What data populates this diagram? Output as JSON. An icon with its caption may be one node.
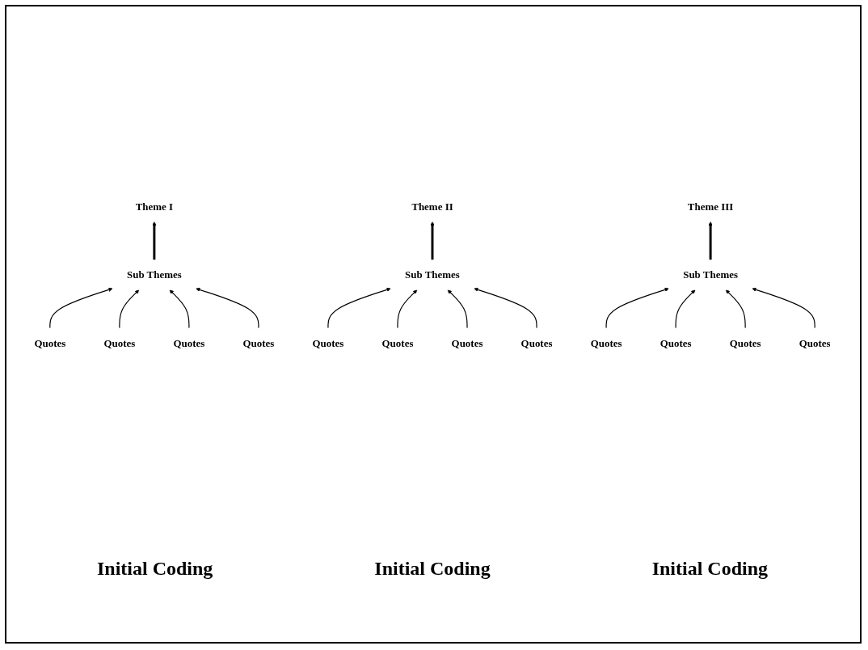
{
  "diagram": {
    "nodes": [
      {
        "text": [
          "Theme I"
        ]
      },
      {
        "text": [
          "Theme II"
        ]
      },
      {
        "text": [
          "Theme III"
        ]
      },
      {
        "text": [
          "Sub Themes"
        ]
      },
      {
        "text": [
          "Sub Themes"
        ]
      },
      {
        "text": [
          "Sub Themes"
        ]
      },
      {
        "text": [
          "Quotes"
        ]
      },
      {
        "text": [
          "Quotes"
        ]
      },
      {
        "text": [
          "Quotes"
        ]
      },
      {
        "text": [
          "Quotes"
        ]
      },
      {
        "text": [
          "Quotes"
        ]
      },
      {
        "text": [
          "Quotes"
        ]
      },
      {
        "text": [
          "Quotes"
        ]
      },
      {
        "text": [
          "Quotes"
        ]
      },
      {
        "text": [
          "Quotes"
        ]
      },
      {
        "text": [
          "Quotes"
        ]
      },
      {
        "text": [
          "Quotes"
        ]
      },
      {
        "text": [
          "Quotes"
        ]
      }
    ],
    "edges": [
      {
        "from": 3,
        "to": 0,
        "arrow": "to",
        "style": "thick"
      },
      {
        "from": 4,
        "to": 1,
        "arrow": "to",
        "style": "thick"
      },
      {
        "from": 5,
        "to": 2,
        "arrow": "to",
        "style": "thick"
      },
      {
        "from": 6,
        "to": 3,
        "arrow": "to"
      },
      {
        "from": 7,
        "to": 3,
        "arrow": "to"
      },
      {
        "from": 8,
        "to": 3,
        "arrow": "to"
      },
      {
        "from": 9,
        "to": 3,
        "arrow": "to"
      },
      {
        "from": 10,
        "to": 4,
        "arrow": "to"
      },
      {
        "from": 11,
        "to": 4,
        "arrow": "to"
      },
      {
        "from": 12,
        "to": 4,
        "arrow": "to"
      },
      {
        "from": 13,
        "to": 4,
        "arrow": "to"
      },
      {
        "from": 14,
        "to": 5,
        "arrow": "to"
      },
      {
        "from": 15,
        "to": 5,
        "arrow": "to"
      },
      {
        "from": 16,
        "to": 5,
        "arrow": "to"
      },
      {
        "from": 17,
        "to": 5,
        "arrow": "to"
      }
    ],
    "labels": [
      "Initial Coding",
      "Initial Coding",
      "Initial Coding"
    ]
  }
}
